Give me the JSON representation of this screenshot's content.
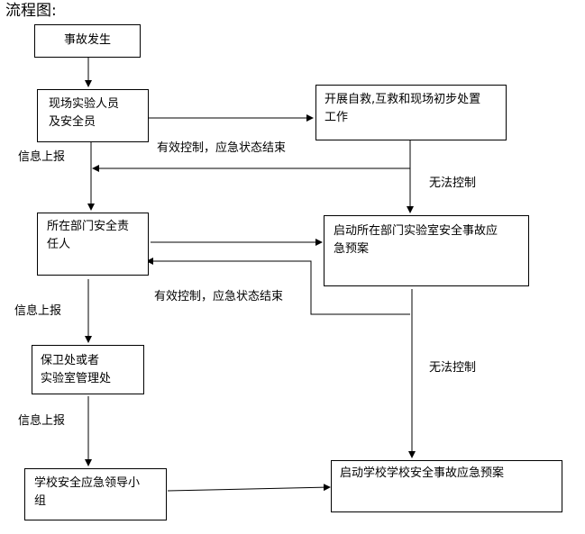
{
  "title": "流程图:",
  "nodes": {
    "accident": "事故发生",
    "lab_staff": "现场实验人员\n及安全员",
    "self_rescue": "开展自救,互救和现场初步处置\n工作",
    "dept_head": "所在部门安全责\n任人",
    "dept_plan": "启动所在部门实验室安全事故应\n急预案",
    "security_office": "保卫处或者\n实验室管理处",
    "school_group": "学校安全应急领导小\n组",
    "school_plan": "启动学校学校安全事故应急预案"
  },
  "edge_labels": {
    "report_1": "信息上报",
    "report_2": "信息上报",
    "report_3": "信息上报",
    "controlled_1": "有效控制，应急状态结束",
    "controlled_2": "有效控制，应急状态结束",
    "uncontrolled_1": "无法控制",
    "uncontrolled_2": "无法控制"
  }
}
